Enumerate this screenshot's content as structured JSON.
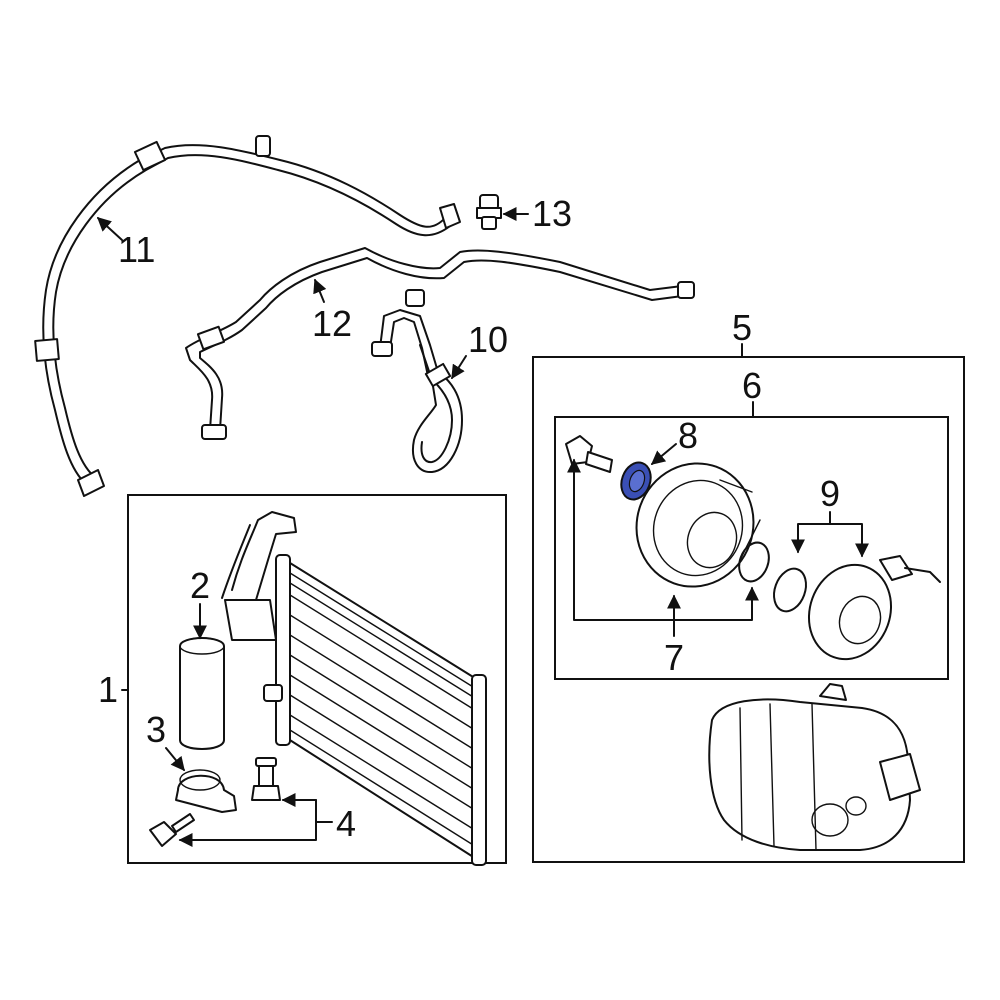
{
  "callouts": {
    "c1": "1",
    "c2": "2",
    "c3": "3",
    "c4": "4",
    "c5": "5",
    "c6": "6",
    "c7": "7",
    "c8": "8",
    "c9": "9",
    "c10": "10",
    "c11": "11",
    "c12": "12",
    "c13": "13"
  },
  "colors": {
    "highlight": "#3a4fb5",
    "line": "#111111",
    "background": "#ffffff"
  }
}
